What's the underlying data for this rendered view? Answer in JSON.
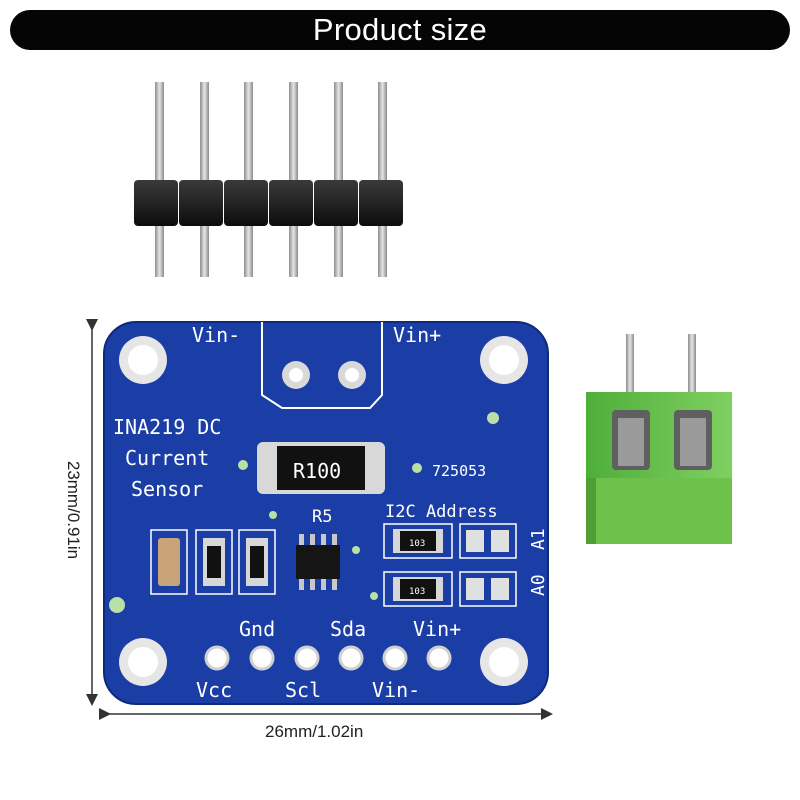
{
  "header": {
    "title": "Product size"
  },
  "dimensions": {
    "width_label": "26mm/1.02in",
    "height_label": "23mm/0.91in"
  },
  "board": {
    "color": "#1a3fa6",
    "product_line1": "INA219 DC",
    "product_line2": "Current",
    "product_line3": "Sensor",
    "serial": "725053",
    "vin_minus_top": "Vin-",
    "vin_plus_top": "Vin+",
    "shunt_label": "R100",
    "shunt_ref": "R5",
    "i2c_label": "I2C Address",
    "addr_a1": "A1",
    "addr_a0": "A0",
    "resistor_code": "103",
    "pins_top": [
      "Gnd",
      "Sda",
      "Vin+"
    ],
    "pins_bottom": [
      "Vcc",
      "Scl",
      "Vin-"
    ]
  },
  "terminal": {
    "color": "#6cc24a"
  },
  "header_pins": {
    "count": 6
  }
}
